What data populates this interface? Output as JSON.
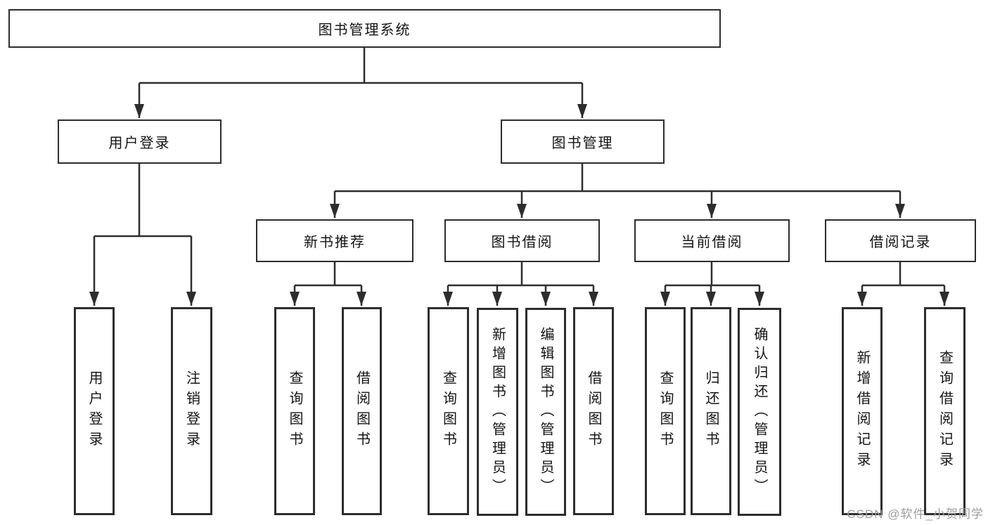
{
  "colors": {
    "line": "#2d2d2d",
    "box_border": "#2d2d2d",
    "box_fill": "#ffffff",
    "text": "#141414",
    "watermark": "#9e9e9e",
    "background": "#ffffff"
  },
  "watermark": {
    "text": "CSDN @软件_小贺同学"
  },
  "tree": {
    "root": {
      "label": "图书管理系统",
      "children": [
        {
          "label": "用户登录",
          "children": [
            {
              "label": "用户登录"
            },
            {
              "label": "注销登录"
            }
          ]
        },
        {
          "label": "图书管理",
          "children": [
            {
              "label": "新书推荐",
              "children": [
                {
                  "label": "查询图书"
                },
                {
                  "label": "借阅图书"
                }
              ]
            },
            {
              "label": "图书借阅",
              "children": [
                {
                  "label": "查询图书"
                },
                {
                  "label": "新增图书（管理员）"
                },
                {
                  "label": "编辑图书（管理员）"
                },
                {
                  "label": "借阅图书"
                }
              ]
            },
            {
              "label": "当前借阅",
              "children": [
                {
                  "label": "查询图书"
                },
                {
                  "label": "归还图书"
                },
                {
                  "label": "确认归还（管理员）"
                }
              ]
            },
            {
              "label": "借阅记录",
              "children": [
                {
                  "label": "新增借阅记录"
                },
                {
                  "label": "查询借阅记录"
                }
              ]
            }
          ]
        }
      ]
    }
  }
}
